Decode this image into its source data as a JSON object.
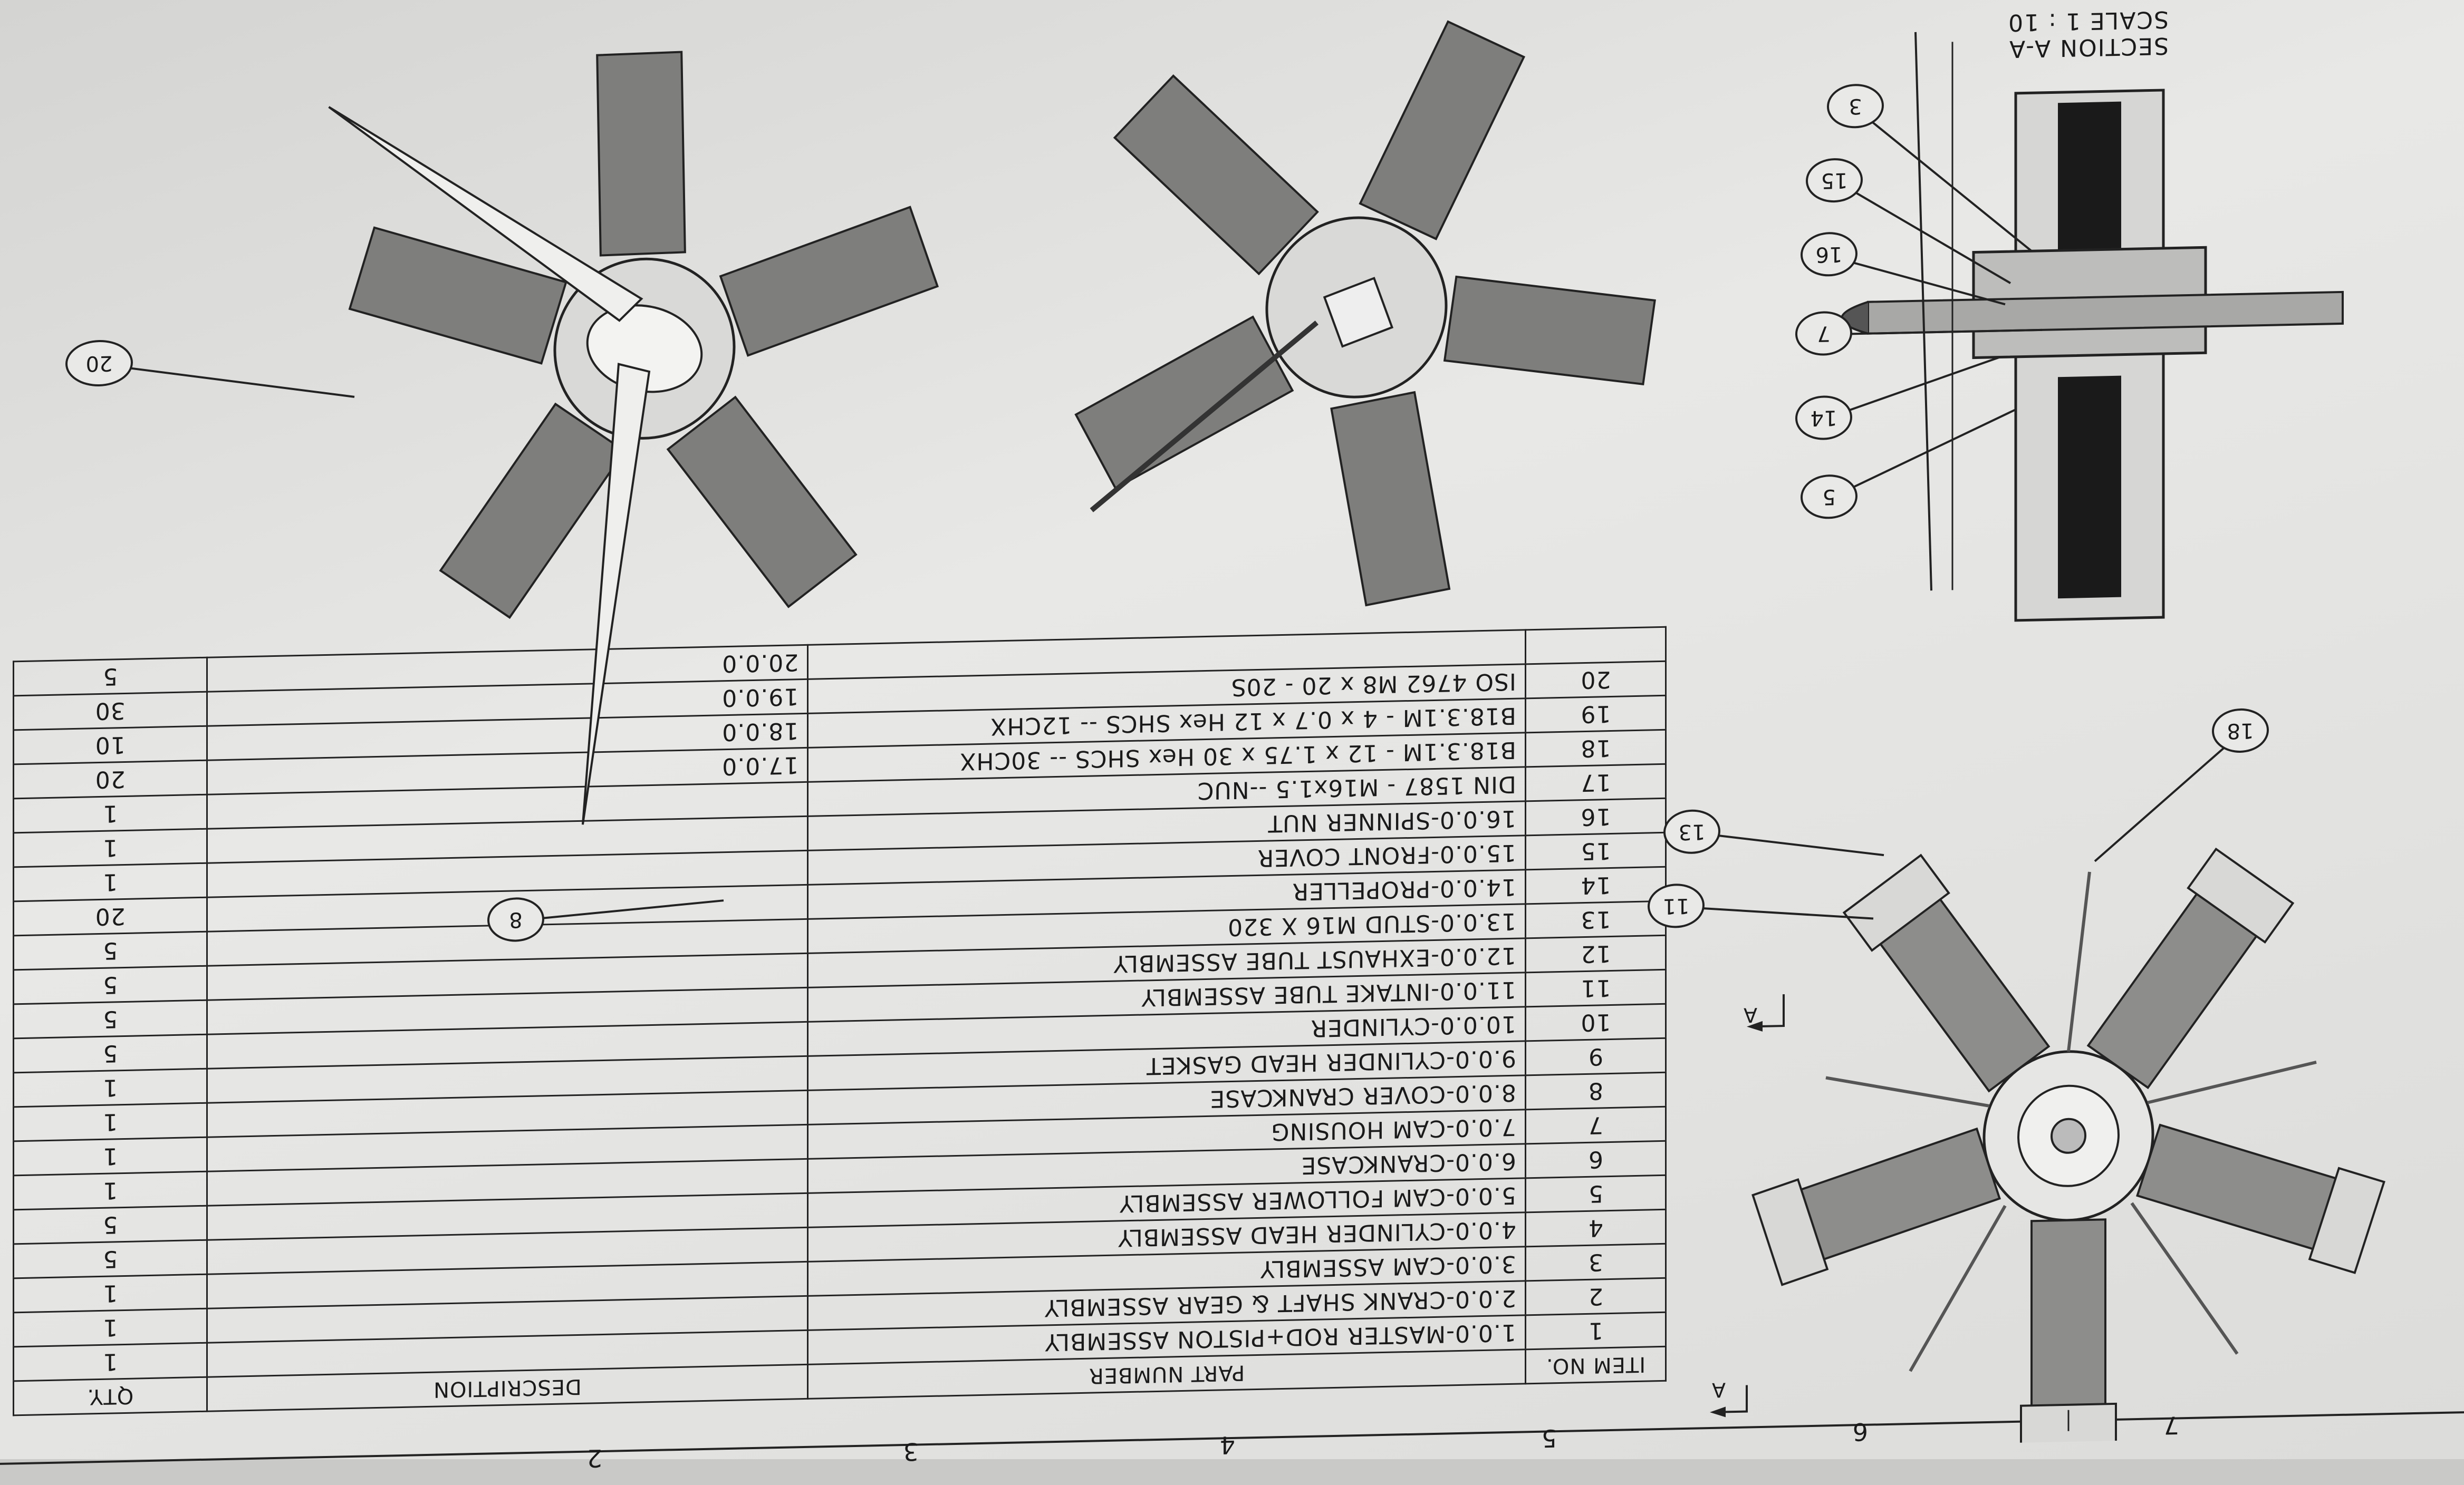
{
  "section_label": {
    "title": "SECTION A-A",
    "scale": "SCALE 1 : 10"
  },
  "bom": {
    "headers": {
      "item": "ITEM NO.",
      "part": "PART NUMBER",
      "desc": "DESCRIPTION",
      "qty": "QTY."
    },
    "rows": [
      {
        "item": "1",
        "part": "1.0.0-MASTER ROD+PISTON ASSEMBLY",
        "desc": "",
        "qty": "1"
      },
      {
        "item": "2",
        "part": "2.0.0-CRANK SHAFT & GEAR ASSEMBLY",
        "desc": "",
        "qty": "1"
      },
      {
        "item": "3",
        "part": "3.0.0-CAM ASSEMBLY",
        "desc": "",
        "qty": "1"
      },
      {
        "item": "4",
        "part": "4.0.0-CYLINDER HEAD ASSEMBLY",
        "desc": "",
        "qty": "5"
      },
      {
        "item": "5",
        "part": "5.0.0-CAM FOLLOWER ASSEMBLY",
        "desc": "",
        "qty": "5"
      },
      {
        "item": "6",
        "part": "6.0.0-CRANKCASE",
        "desc": "",
        "qty": "1"
      },
      {
        "item": "7",
        "part": "7.0.0-CAM HOUSING",
        "desc": "",
        "qty": "1"
      },
      {
        "item": "8",
        "part": "8.0.0-COVER CRANKCASE",
        "desc": "",
        "qty": "1"
      },
      {
        "item": "9",
        "part": "9.0.0-CYLINDER HEAD GASKET",
        "desc": "",
        "qty": "1"
      },
      {
        "item": "10",
        "part": "10.0.0-CYLINDER",
        "desc": "",
        "qty": "5"
      },
      {
        "item": "11",
        "part": "11.0.0-INTAKE TUBE ASSEMBLY",
        "desc": "",
        "qty": "5"
      },
      {
        "item": "12",
        "part": "12.0.0-EXHAUST TUBE ASSEMBLY",
        "desc": "",
        "qty": "5"
      },
      {
        "item": "13",
        "part": "13.0.0-STUD M16 X 320",
        "desc": "",
        "qty": "5"
      },
      {
        "item": "14",
        "part": "14.0.0-PROPELLER",
        "desc": "",
        "qty": "20"
      },
      {
        "item": "15",
        "part": "15.0.0-FRONT COVER",
        "desc": "",
        "qty": "1"
      },
      {
        "item": "16",
        "part": "16.0.0-SPINNER NUT",
        "desc": "",
        "qty": "1"
      },
      {
        "item": "17",
        "part": "DIN 1587 - M16x1.5 --NUC",
        "desc": "",
        "qty": "1"
      },
      {
        "item": "18",
        "part": "B18.3.1M - 12 x 1.75 x 30 Hex SHCS -- 30CHX",
        "desc": "17.0.0",
        "qty": "20"
      },
      {
        "item": "19",
        "part": "B18.3.1M - 4 x 0.7 x 12 Hex SHCS -- 12CHX",
        "desc": "18.0.0",
        "qty": "10"
      },
      {
        "item": "20",
        "part": "ISO 4762 M8 x 20 - 20S",
        "desc": "19.0.0",
        "qty": "30"
      },
      {
        "item": "",
        "part": "",
        "desc": "20.0.0",
        "qty": "5"
      }
    ]
  },
  "balloons": {
    "b3": "3",
    "b15": "15",
    "b16": "16",
    "b7": "7",
    "b14": "14",
    "b5": "5",
    "b18": "18",
    "b13": "13",
    "b11": "11",
    "b8": "8",
    "b20": "20"
  },
  "section_marks": {
    "top": "A",
    "bottom": "A"
  },
  "zones": [
    "2",
    "3",
    "4",
    "5",
    "6",
    "7"
  ]
}
